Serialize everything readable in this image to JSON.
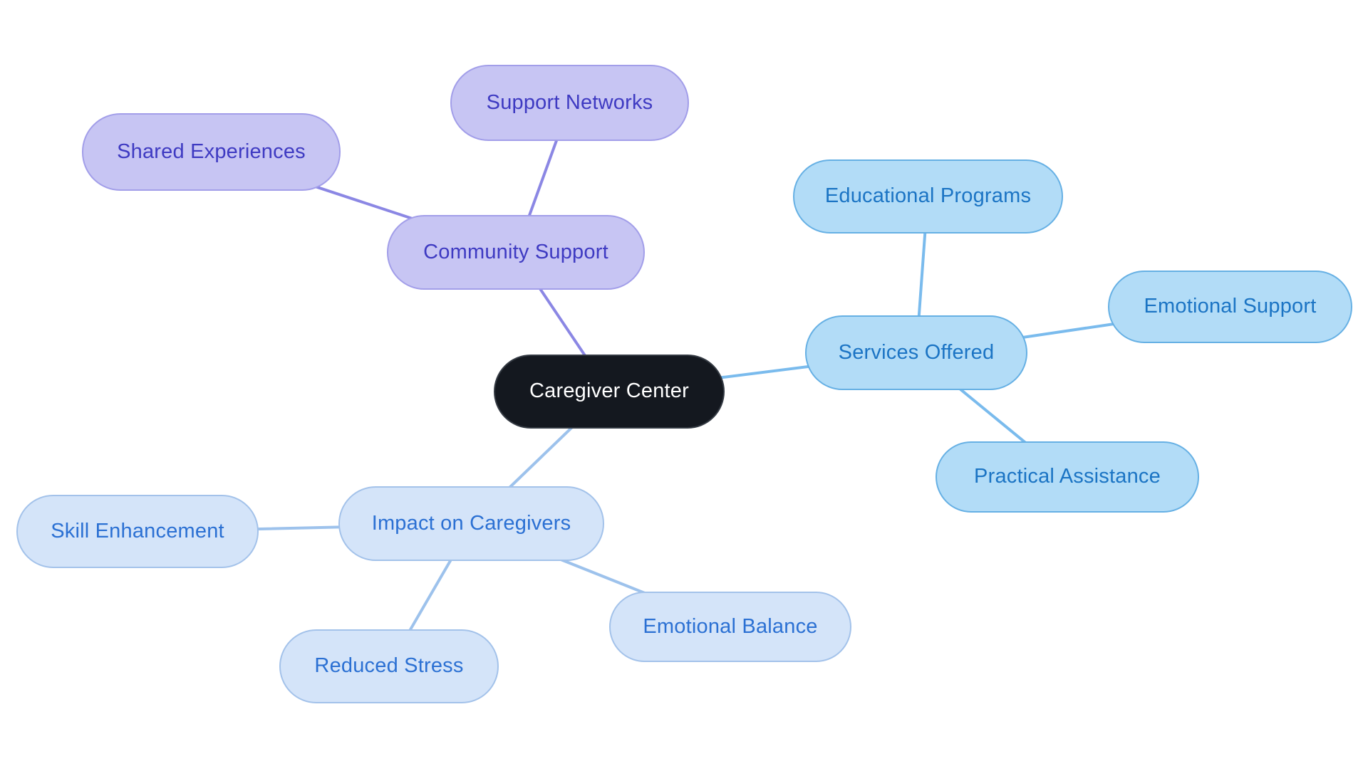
{
  "diagram": {
    "type": "mind-map",
    "center": {
      "label": "Caregiver Center",
      "fill": "#14181f",
      "text_color": "#ffffff"
    },
    "branches": [
      {
        "label": "Community Support",
        "fill": "#c7c5f3",
        "border": "#a29ee9",
        "text_color": "#3e3ac2",
        "line_color": "#8b87e4",
        "children": [
          "Support Networks",
          "Shared Experiences"
        ]
      },
      {
        "label": "Services Offered",
        "fill": "#b2dcf7",
        "border": "#66b0e4",
        "text_color": "#1b74c4",
        "line_color": "#7abbed",
        "children": [
          "Educational Programs",
          "Emotional Support",
          "Practical Assistance"
        ]
      },
      {
        "label": "Impact on Caregivers",
        "fill": "#d4e4f9",
        "border": "#a3c2ea",
        "text_color": "#2b70d3",
        "line_color": "#9dc2ec",
        "children": [
          "Skill Enhancement",
          "Reduced Stress",
          "Emotional Balance"
        ]
      }
    ]
  }
}
